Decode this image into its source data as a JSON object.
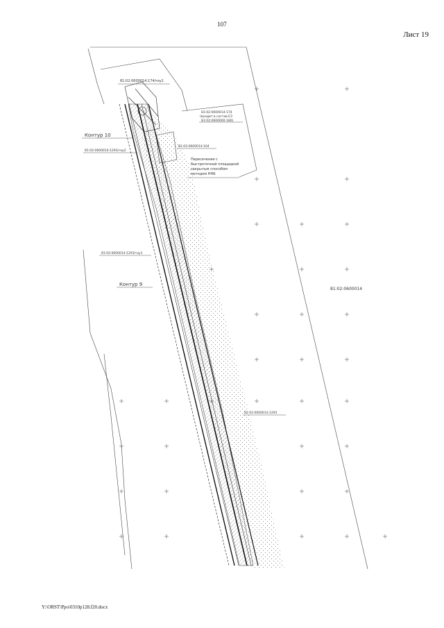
{
  "page": {
    "number": "107",
    "sheet": "Лист 19",
    "footer": "Y:\\ORST\\Ppo\\0310p128.f20.docx"
  },
  "drawing": {
    "labels": {
      "parcel_top": "81:02:0600014:174/чзу1",
      "parcel_right_1": "81:02:0600014:174",
      "parcel_right_2": "(входит в состав ЕЗ",
      "parcel_right_3": "81:02:0600000:180)",
      "contour_10": "Контур 10",
      "parcel_contour_10": "81:02:0600014:1293/чзу2",
      "parcel_mid": "81:02:0600014:104",
      "crossing_1": "Пересечение с",
      "crossing_2": "быстротечной площадкой",
      "crossing_3": "закрытым способом",
      "crossing_4": "методом ННБ",
      "parcel_left": "81:02:0600014:1293/чзу1",
      "contour_9": "Контур 9",
      "quarter": "81:02:0600014",
      "parcel_bottom": "81:02:0600014:1293"
    }
  }
}
